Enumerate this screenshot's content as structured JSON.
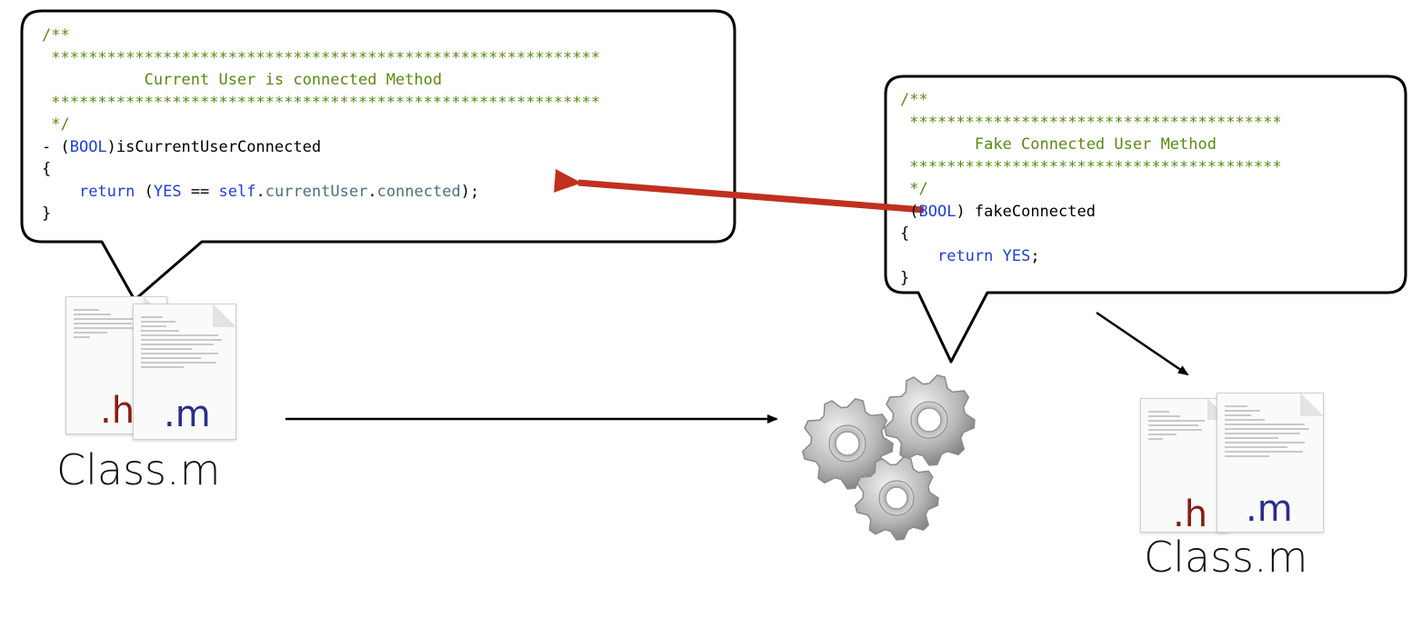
{
  "left_bubble": {
    "lines": [
      [
        {
          "t": "/**",
          "c": "cm"
        }
      ],
      [
        {
          "t": " ***********************************************************",
          "c": "cm"
        }
      ],
      [
        {
          "t": "           Current User is connected Method",
          "c": "cm"
        }
      ],
      [
        {
          "t": " ***********************************************************",
          "c": "cm"
        }
      ],
      [
        {
          "t": " */",
          "c": "cm"
        }
      ],
      [
        {
          "t": "- (",
          "c": ""
        },
        {
          "t": "BOOL",
          "c": "kw"
        },
        {
          "t": ")isCurrentUserConnected",
          "c": ""
        }
      ],
      [
        {
          "t": "{",
          "c": ""
        }
      ],
      [
        {
          "t": "    return (",
          "c": "kw0"
        },
        {
          "t": "YES",
          "c": "kw"
        },
        {
          "t": " == ",
          "c": ""
        },
        {
          "t": "self",
          "c": "kw"
        },
        {
          "t": ".",
          "c": ""
        },
        {
          "t": "currentUser",
          "c": "prop"
        },
        {
          "t": ".",
          "c": ""
        },
        {
          "t": "connected",
          "c": "prop"
        },
        {
          "t": ");",
          "c": ""
        }
      ],
      [
        {
          "t": "}",
          "c": ""
        }
      ]
    ]
  },
  "right_bubble": {
    "lines": [
      [
        {
          "t": "/**",
          "c": "cm"
        }
      ],
      [
        {
          "t": " ****************************************",
          "c": "cm"
        }
      ],
      [
        {
          "t": "        Fake Connected User Method",
          "c": "cm"
        }
      ],
      [
        {
          "t": " ****************************************",
          "c": "cm"
        }
      ],
      [
        {
          "t": " */",
          "c": "cm"
        }
      ],
      [
        {
          "t": " (",
          "c": ""
        },
        {
          "t": "BOOL",
          "c": "kw"
        },
        {
          "t": ") fakeConnected",
          "c": ""
        }
      ],
      [
        {
          "t": "{",
          "c": ""
        }
      ],
      [
        {
          "t": "    return ",
          "c": "kw0"
        },
        {
          "t": "YES",
          "c": "kw"
        },
        {
          "t": ";",
          "c": ""
        }
      ],
      [
        {
          "t": "}",
          "c": ""
        }
      ]
    ]
  },
  "files_left": {
    "h_ext": ".h",
    "m_ext": ".m",
    "caption": "Class.m"
  },
  "files_right": {
    "h_ext": ".h",
    "m_ext": ".m",
    "caption": "Class.m"
  },
  "colors": {
    "comment": "#5a8a12",
    "keyword": "#1f3fd6",
    "property": "#4b6e7e",
    "swizzle_arrow": "#c0301f",
    "flow_arrow": "#000000"
  },
  "icons": {
    "process": "gears-icon",
    "source_files": "source-file-icon"
  }
}
